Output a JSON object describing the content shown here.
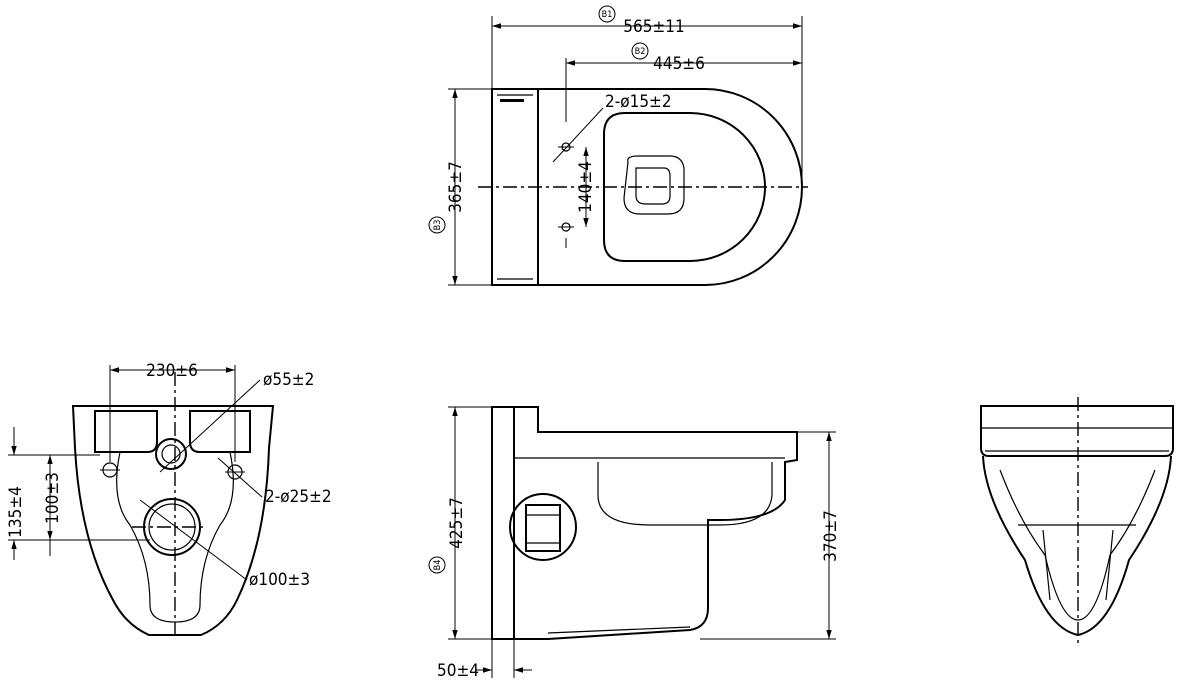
{
  "top_view": {
    "b1": "B1",
    "width": "565±11",
    "b2": "B2",
    "width_inner": "445±6",
    "holes": "2-ø15±2",
    "b3": "B3",
    "depth": "365±7",
    "hole_spacing": "140±4"
  },
  "rear_view": {
    "width": "230±6",
    "pipe": "ø55±2",
    "holes": "2-ø25±2",
    "outlet": "ø100±3",
    "h1": "135±4",
    "h2": "100±3"
  },
  "side_view": {
    "b4": "B4",
    "height": "425±7",
    "height_bowl": "370±7",
    "offset": "50±4"
  }
}
